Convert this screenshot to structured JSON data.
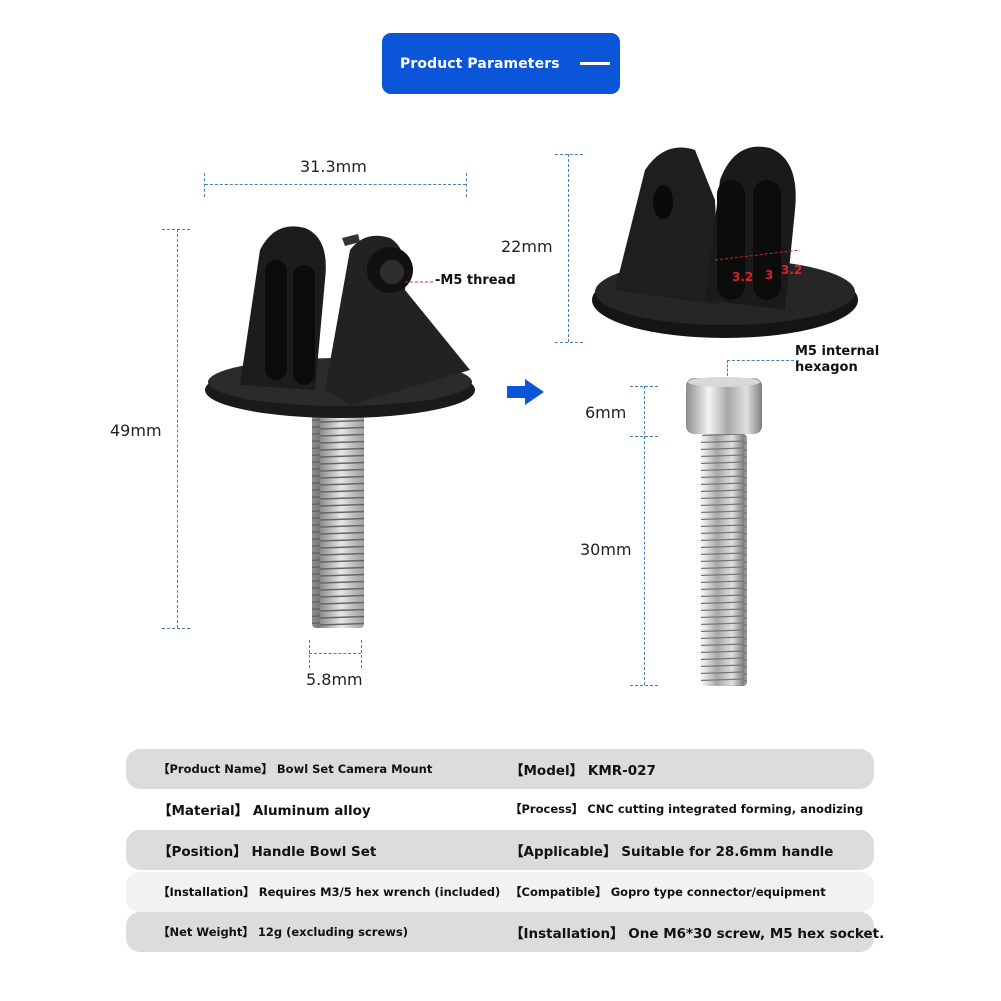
{
  "header": {
    "title": "Product Parameters",
    "accent_color": "#0a55d8"
  },
  "left_figure": {
    "width_dim": "31.3mm",
    "height_dim": "49mm",
    "screw_dim": "5.8mm",
    "callout": "-M5 thread"
  },
  "right_figure": {
    "height_dim": "22mm",
    "slot_dims": [
      "3.2",
      "3",
      "3.2"
    ],
    "head_callout_line1": "M5 internal",
    "head_callout_line2": "hexagon",
    "head_dim": "6mm",
    "shank_dim": "30mm"
  },
  "arrow_icon": "right-arrow",
  "specs": {
    "rows": [
      {
        "style": "dark",
        "size": "s",
        "left": "【Product Name】 Bowl Set Camera Mount",
        "right": "【Model】 KMR-027",
        "right_size": "m"
      },
      {
        "style": "white",
        "size": "m",
        "left": "【Material】 Aluminum alloy",
        "right": "【Process】 CNC cutting integrated forming, anodizing",
        "right_size": "s"
      },
      {
        "style": "dark",
        "size": "m",
        "left": "【Position】 Handle Bowl Set",
        "right": "【Applicable】 Suitable for 28.6mm handle",
        "right_size": "m"
      },
      {
        "style": "light",
        "size": "s",
        "left": "【Installation】 Requires M3/5 hex wrench (included)",
        "right": "【Compatible】 Gopro type connector/equipment",
        "right_size": "s"
      },
      {
        "style": "dark",
        "size": "s",
        "left": "【Net Weight】 12g (excluding screws)",
        "right": "【Installation】 One M6*30 screw, M5 hex socket.",
        "right_size": "m"
      }
    ]
  }
}
